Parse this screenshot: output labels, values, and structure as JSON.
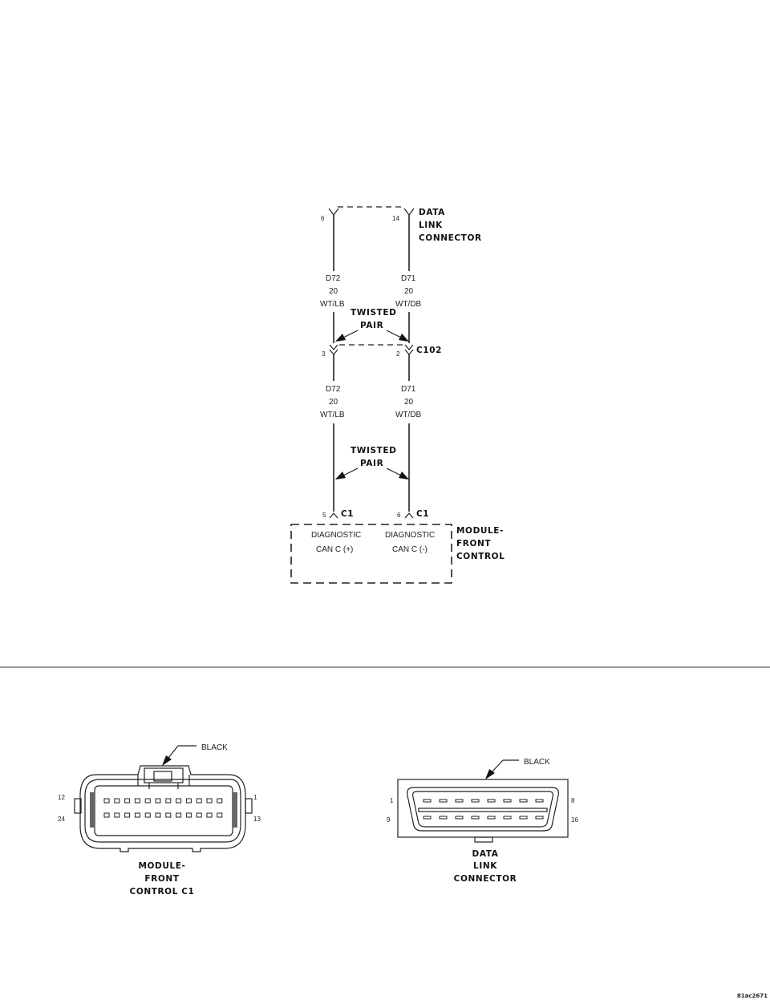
{
  "schematic": {
    "dlc_connector_label": [
      "DATA",
      "LINK",
      "CONNECTOR"
    ],
    "dlc_pin_left": "6",
    "dlc_pin_right": "14",
    "wire_left_upper": [
      "D72",
      "20",
      "WT/LB"
    ],
    "wire_right_upper": [
      "D71",
      "20",
      "WT/DB"
    ],
    "twisted_pair_upper": [
      "TWISTED",
      "PAIR"
    ],
    "c102_pin_left": "3",
    "c102_pin_right": "2",
    "c102_label": "C102",
    "wire_left_lower": [
      "D72",
      "20",
      "WT/LB"
    ],
    "wire_right_lower": [
      "D71",
      "20",
      "WT/DB"
    ],
    "twisted_pair_lower": [
      "TWISTED",
      "PAIR"
    ],
    "c1_pin_left": "5",
    "c1_pin_right": "6",
    "c1_label_left": "C1",
    "c1_label_right": "C1",
    "module_circuit_left": [
      "DIAGNOSTIC",
      "CAN C (+)"
    ],
    "module_circuit_right": [
      "DIAGNOSTIC",
      "CAN C (-)"
    ],
    "module_label": [
      "MODULE-",
      "FRONT",
      "CONTROL"
    ]
  },
  "connector_views": {
    "fcm": {
      "color_label": "BLACK",
      "pin_top_left": "12",
      "pin_top_right": "1",
      "pin_bottom_left": "24",
      "pin_bottom_right": "13",
      "title": [
        "MODULE-",
        "FRONT",
        "CONTROL C1"
      ]
    },
    "dlc": {
      "color_label": "BLACK",
      "pin_top_left": "1",
      "pin_top_right": "8",
      "pin_bottom_left": "9",
      "pin_bottom_right": "16",
      "title": [
        "DATA",
        "LINK",
        "CONNECTOR"
      ]
    }
  },
  "footer": {
    "figure_code": "81ac2671"
  }
}
